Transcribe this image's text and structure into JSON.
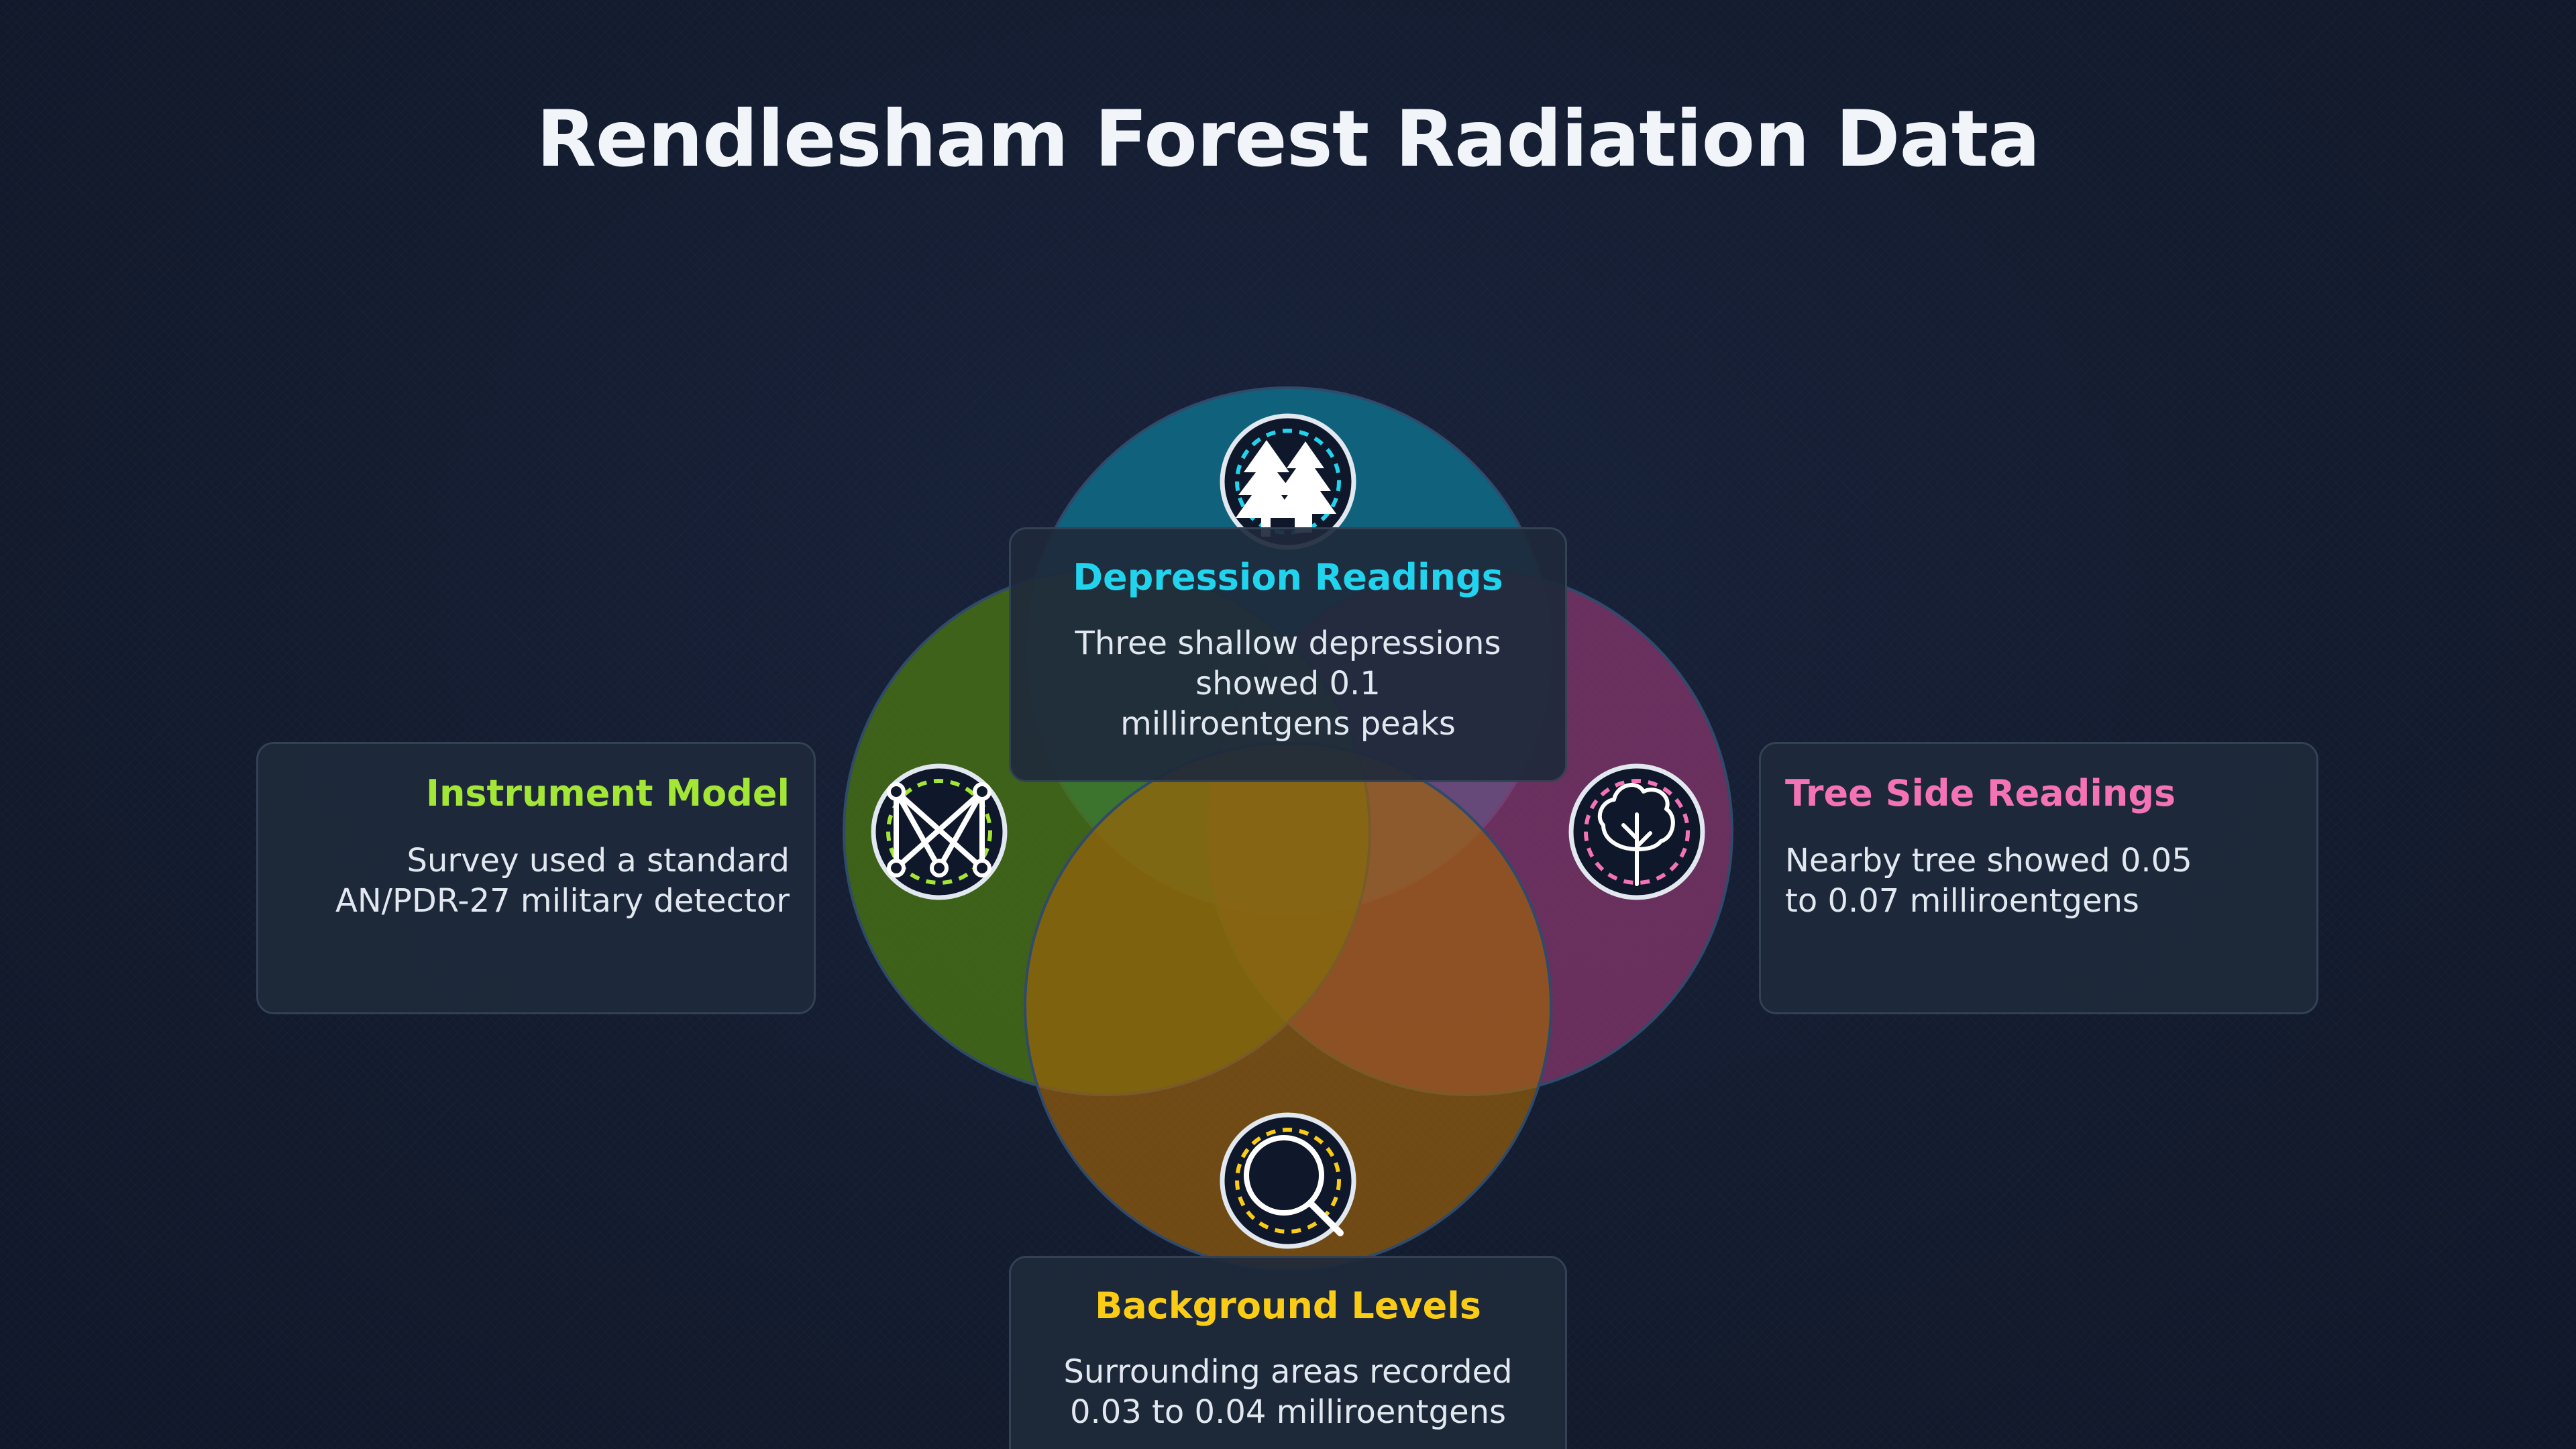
{
  "title": "Rendlesham Forest Radiation Data",
  "icons": {
    "top": "forest-icon",
    "left": "network-icon",
    "right": "tree-icon",
    "bottom": "magnifier-icon"
  },
  "colors": {
    "top": "#0e7490",
    "left": "#4d7c0f",
    "right": "#9d3a78",
    "bottom": "#a16207",
    "cyan_accent": "#22d3ee",
    "green_accent": "#a3e635",
    "pink_accent": "#f472b6",
    "yellow_accent": "#facc15"
  },
  "cards": {
    "top": {
      "title": "Depression Readings",
      "text": "Three shallow depressions\nshowed 0.1\nmilliroentgens peaks"
    },
    "left": {
      "title": "Instrument Model",
      "text": "Survey used a standard\nAN/PDR-27 military detector"
    },
    "right": {
      "title": "Tree Side Readings",
      "text": "Nearby tree showed 0.05\nto 0.07 milliroentgens"
    },
    "bottom": {
      "title": "Background Levels",
      "text": "Surrounding areas recorded\n0.03 to 0.04 milliroentgens"
    }
  }
}
